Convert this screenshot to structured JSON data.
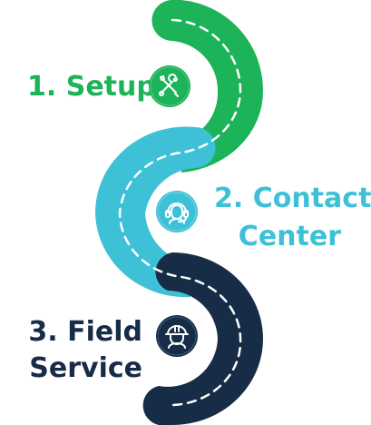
{
  "steps": [
    {
      "number_label": "1. Setup",
      "icon": "tools-icon",
      "color": "#1db358"
    },
    {
      "line1": "2. Contact",
      "line2": "Center",
      "icon": "headset-agent-icon",
      "color": "#3ec1d7"
    },
    {
      "line1": "3. Field",
      "line2": "Service",
      "icon": "hard-hat-worker-icon",
      "color": "#172c47"
    }
  ],
  "colors": {
    "green": "#1db358",
    "cyan": "#3ec1d7",
    "navy": "#172c47",
    "dash": "#ffffff"
  }
}
